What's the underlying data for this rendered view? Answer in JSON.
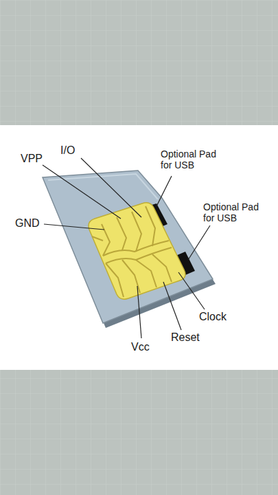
{
  "diagram": {
    "labels": [
      "VPP",
      "I/O",
      "Optional Pad for USB",
      "GND",
      "Optional Pad for USB",
      "Clock",
      "Reset",
      "Vcc"
    ]
  }
}
